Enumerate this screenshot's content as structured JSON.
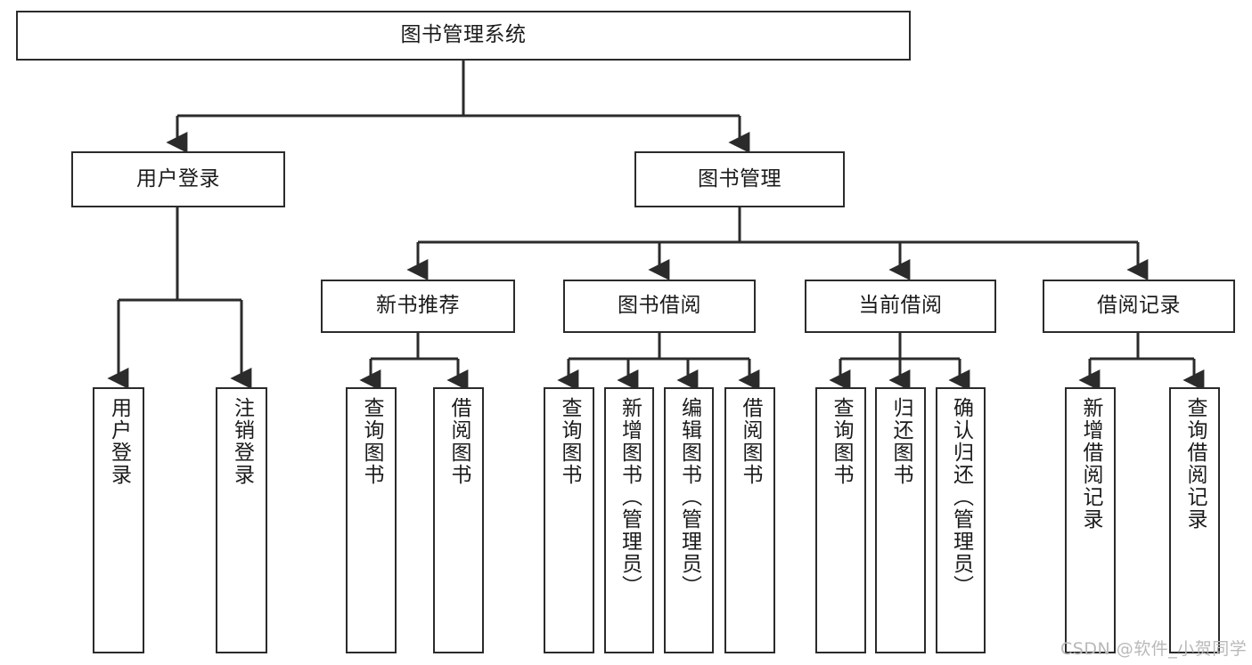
{
  "diagram": {
    "type": "tree-hierarchy",
    "title": "图书管理系统",
    "orientation": "top-down",
    "colors": {
      "box_stroke": "#2b2b2b",
      "box_fill": "#ffffff",
      "edge_stroke": "#2b2b2b",
      "text": "#1b1b1b",
      "watermark": "#b9b9b9",
      "background": "#ffffff"
    },
    "nodes": {
      "root": {
        "label": "图书管理系统"
      },
      "level1": [
        {
          "id": "user-login",
          "label": "用户登录"
        },
        {
          "id": "book-manage",
          "label": "图书管理"
        }
      ],
      "level2": [
        {
          "id": "new-book-recommend",
          "label": "新书推荐"
        },
        {
          "id": "book-borrow",
          "label": "图书借阅"
        },
        {
          "id": "current-borrow",
          "label": "当前借阅"
        },
        {
          "id": "borrow-record",
          "label": "借阅记录"
        }
      ],
      "leaves": {
        "user-login": [
          {
            "id": "leaf-user-login",
            "label": "用户登录"
          },
          {
            "id": "leaf-logout-login",
            "label": "注销登录"
          }
        ],
        "new-book-recommend": [
          {
            "id": "leaf-query-book-1",
            "label": "查询图书"
          },
          {
            "id": "leaf-borrow-book-1",
            "label": "借阅图书"
          }
        ],
        "book-borrow": [
          {
            "id": "leaf-query-book-2",
            "label": "查询图书"
          },
          {
            "id": "leaf-add-book",
            "label": "新增图书（管理员）"
          },
          {
            "id": "leaf-edit-book",
            "label": "编辑图书（管理员）"
          },
          {
            "id": "leaf-borrow-book-2",
            "label": "借阅图书"
          }
        ],
        "current-borrow": [
          {
            "id": "leaf-query-book-3",
            "label": "查询图书"
          },
          {
            "id": "leaf-return-book",
            "label": "归还图书"
          },
          {
            "id": "leaf-confirm-return",
            "label": "确认归还（管理员）"
          }
        ],
        "borrow-record": [
          {
            "id": "leaf-add-record",
            "label": "新增借阅记录"
          },
          {
            "id": "leaf-query-record",
            "label": "查询借阅记录"
          }
        ]
      }
    },
    "watermark": "CSDN @软件_小贺同学"
  }
}
